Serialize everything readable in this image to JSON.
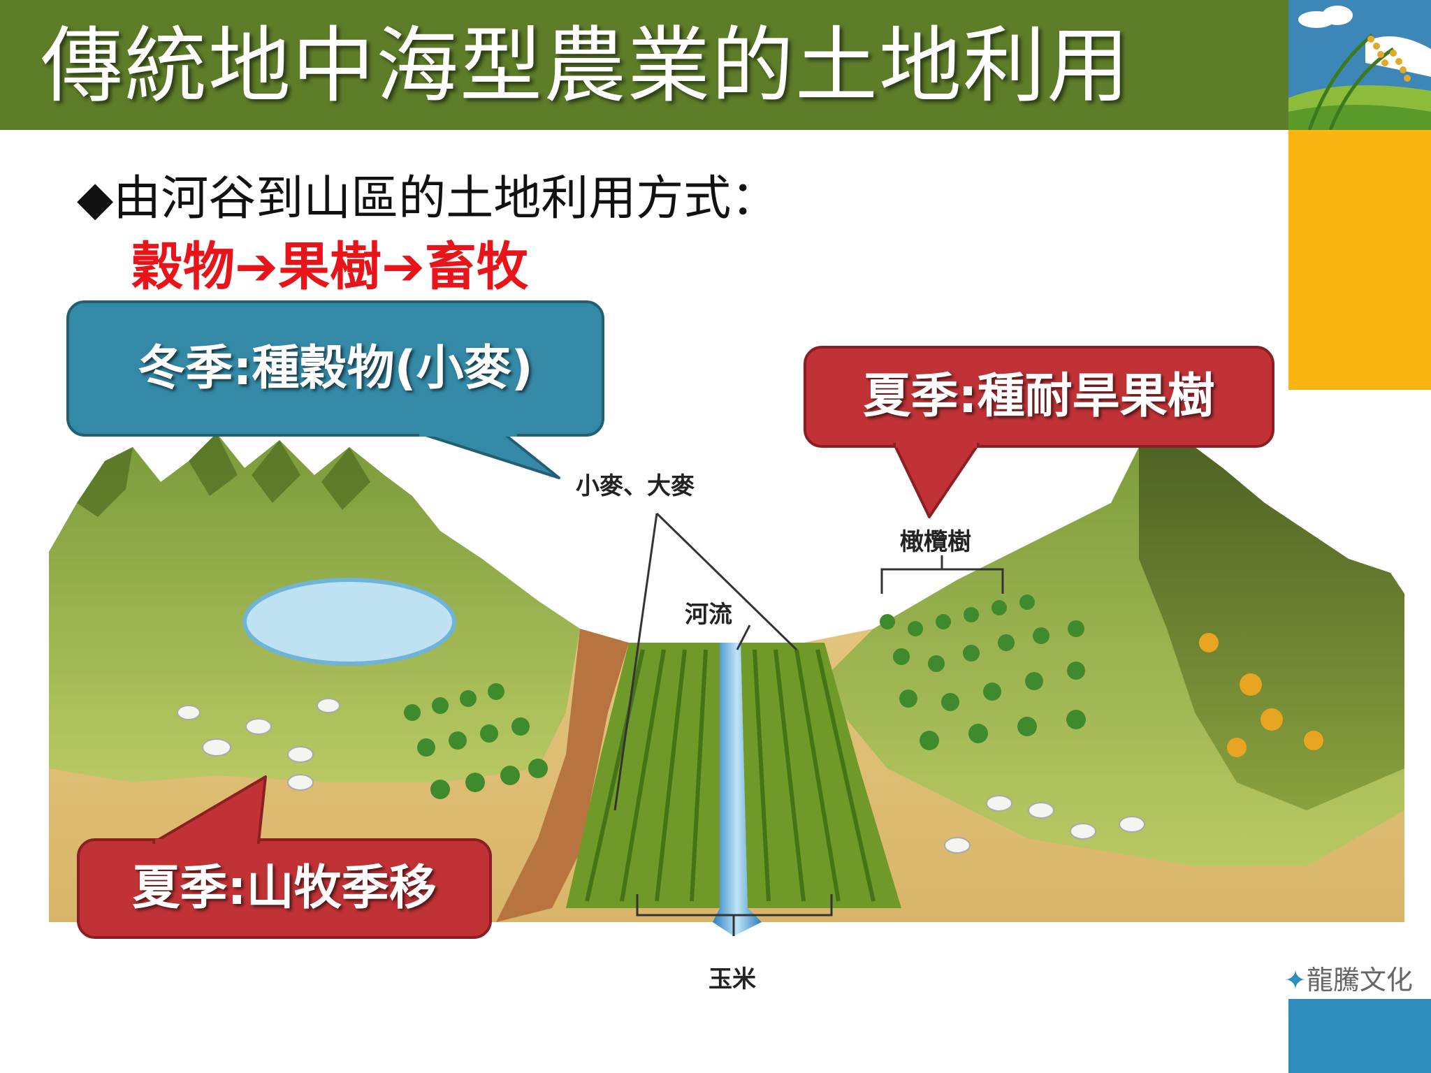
{
  "title": "傳統地中海型農業的土地利用",
  "bullet": {
    "symbol": "◆",
    "text": "由河谷到山區的土地利用方式："
  },
  "sequence": {
    "items": [
      "穀物",
      "果樹",
      "畜牧"
    ],
    "arrow": "➔",
    "color": "#e8141a"
  },
  "callouts": {
    "winter": "冬季:種穀物(小麥)",
    "summer_fruit": "夏季:種耐旱果樹",
    "summer_herd": "夏季:山牧季移"
  },
  "diagram_labels": {
    "wheat_barley": "小麥、大麥",
    "olive": "橄欖樹",
    "river": "河流",
    "corn": "玉米"
  },
  "publisher": "龍騰文化",
  "colors": {
    "title_bar": "#5e7d29",
    "callout_blue": "#3389a6",
    "callout_red": "#c03236",
    "accent_yellow": "#fbb513",
    "accent_blue": "#2e8dbd"
  }
}
